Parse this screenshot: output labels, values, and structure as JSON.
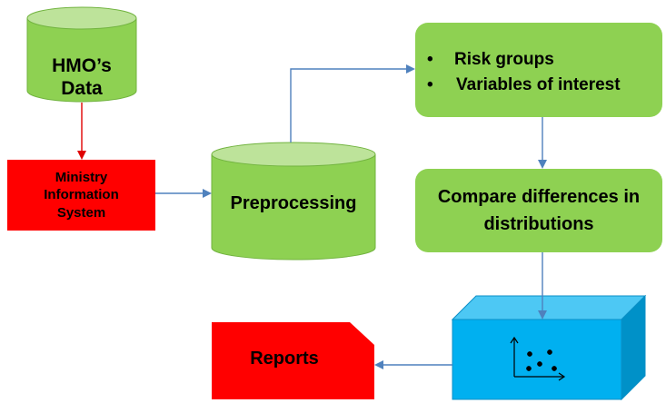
{
  "nodes": {
    "hmo_data": {
      "line1": "HMO’s",
      "line2": "Data"
    },
    "ministry_system": {
      "line1": "Ministry",
      "line2": "Information",
      "line3": "System"
    },
    "preprocessing": {
      "label": "Preprocessing"
    },
    "risk_box": {
      "bullets": [
        {
          "marker": "•",
          "text": "Risk groups"
        },
        {
          "marker": "•",
          "text": "Variables of interest"
        }
      ]
    },
    "compare": {
      "line1": "Compare differences in",
      "line2": "distributions"
    },
    "reports": {
      "label": "Reports"
    }
  },
  "colors": {
    "green_fill": "#8ED152",
    "green_top": "#BDE39A",
    "green_stroke": "#71B33F",
    "red_fill": "#FF0000",
    "blue_front": "#00B0F0",
    "blue_top": "#4DC8F4",
    "blue_side": "#0091C8",
    "arrow_blue": "#4F81BD",
    "arrow_red": "#E00000"
  },
  "icons": {
    "scatter": "scatter-plot-icon"
  }
}
